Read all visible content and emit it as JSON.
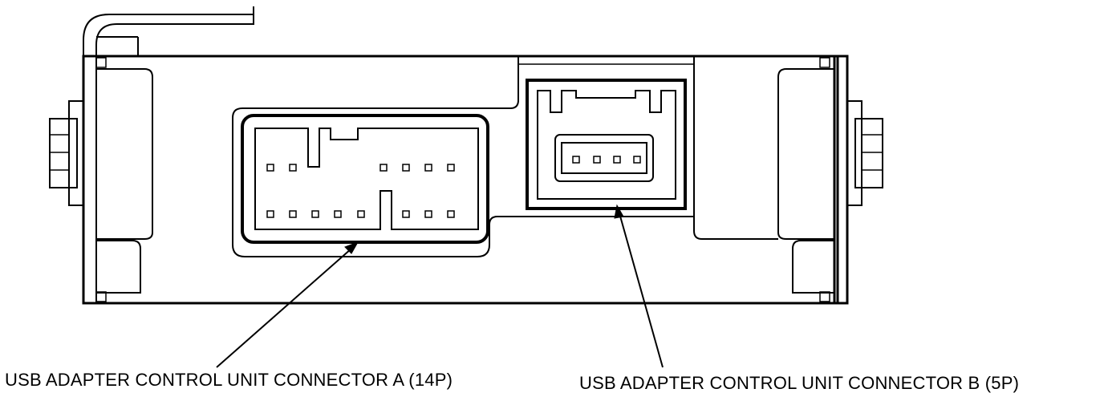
{
  "labels": {
    "connector_a": "USB ADAPTER CONTROL UNIT CONNECTOR A (14P)",
    "connector_b": "USB ADAPTER CONTROL UNIT CONNECTOR B (5P)"
  },
  "connector_a": {
    "pin_count": "14P",
    "top_row_pins": 6,
    "bottom_row_pins": 8
  },
  "connector_b": {
    "pin_count": "5P",
    "visible_pins": 4
  },
  "colors": {
    "line": "#000000",
    "background": "#ffffff"
  }
}
